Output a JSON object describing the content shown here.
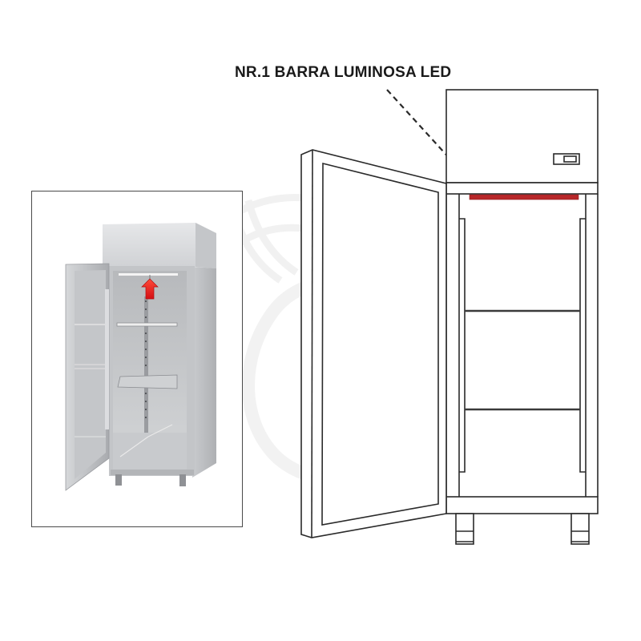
{
  "annotation": {
    "label": "NR.1 BARRA LUMINOSA LED",
    "pointer_style": "dashed-line"
  },
  "photo": {
    "subject": "stainless steel refrigerated cabinet, single door open, two grid shelves",
    "highlight_marker": "red-arrow-up"
  },
  "drawing": {
    "subject": "line drawing of refrigerated cabinet, door open",
    "shelves": 2,
    "legs": 2,
    "control_panel": true,
    "led_bar": {
      "count": 1,
      "color": "#b8282a"
    }
  },
  "watermark": {
    "letter": "G",
    "style": "faint-circle-logo"
  },
  "colors": {
    "line": "#2a2a2a",
    "led": "#b8282a",
    "arrow": "#e0141a",
    "steel_light": "#d9dadc",
    "steel_mid": "#b9bbbe",
    "steel_dark": "#8e9094"
  }
}
